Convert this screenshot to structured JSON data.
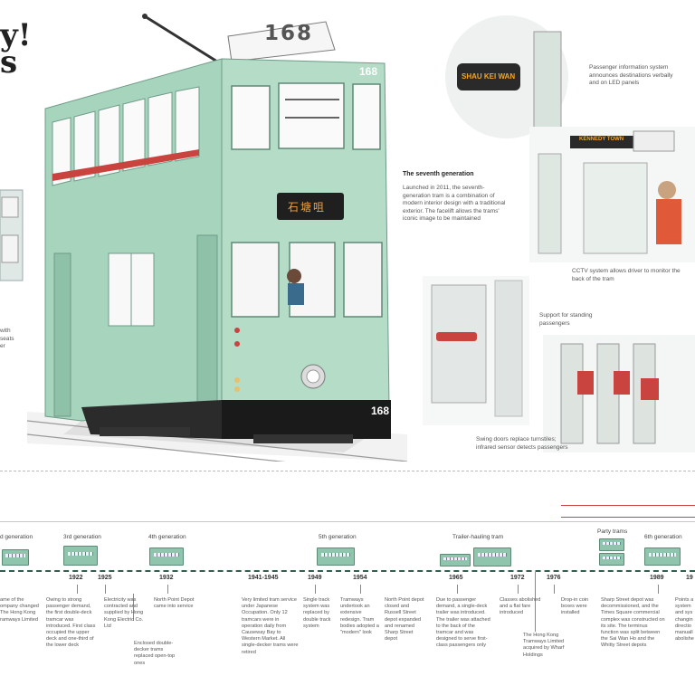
{
  "tram": {
    "number": "168",
    "roof_number": "168",
    "side_number": "168",
    "dest_sign": "石塘咀",
    "color_body": "#a6d4bd",
    "color_dark": "#1a1a1a"
  },
  "heading_partial": "y!\ns",
  "left_partial": [
    "with",
    "seats",
    "er"
  ],
  "seventh": {
    "title": "The seventh generation",
    "body": "Launched in 2011, the seventh-generation tram is a combination of modern interior design with a traditional exterior. The facelift allows the trams' iconic image to be maintained"
  },
  "detail_captions": {
    "led": "SHAU KEI WAN",
    "led_caption": "Passenger information system announces destinations verbally and on LED panels",
    "cabin_sign": "KENNEDY TOWN",
    "cctv": "CCTV system allows driver to monitor the back of the tram",
    "support": "Support for standing passengers",
    "doors": "Swing doors replace turnstiles; infrared sensor detects passengers"
  },
  "timeline": {
    "generations": [
      {
        "label": "d generation"
      },
      {
        "label": "3rd generation"
      },
      {
        "label": "4th generation"
      },
      {
        "label": "5th generation"
      },
      {
        "label": "Trailer-hauling tram"
      },
      {
        "label": "Party trams"
      },
      {
        "label": "6th generation"
      }
    ],
    "years": [
      "1922",
      "1925",
      "1932",
      "1941-1945",
      "1949",
      "1954",
      "1965",
      "1972",
      "1976",
      "1989",
      "19"
    ],
    "events": [
      {
        "text": "ame of the ompany changed The Hong Kong ramways Limited"
      },
      {
        "text": "Owing to strong passenger demand, the first double-deck tramcar was introduced. First class occupied the upper deck and one-third of the lower deck"
      },
      {
        "text": "Electricity was contracted and supplied by Hong Kong Electric Co. Ltd"
      },
      {
        "text": "Enclosed double-decker trams replaced open-top ones"
      },
      {
        "text": "North Point Depot came into service"
      },
      {
        "text": "Very limited tram service under Japanese Occupation. Only 12 tramcars were in operation daily from Causeway Bay to Western Market. All single-decker trams were retired"
      },
      {
        "text": "Single track system was replaced by double track system"
      },
      {
        "text": "Tramways undertook an extensive redesign. Tram bodies adopted a \"modern\" look"
      },
      {
        "text": "North Point depot closed and Russell Street depot expanded and renamed Sharp Street depot"
      },
      {
        "text": "Due to passenger demand, a single-deck trailer was introduced. The trailer was attached to the back of the tramcar and was designed to serve first-class passengers only"
      },
      {
        "text": "Classes abolished and a flat fare introduced"
      },
      {
        "text": "The Hong Kong Tramways Limited acquired by Wharf Holdings"
      },
      {
        "text": "Drop-in coin boxes were installed"
      },
      {
        "text": "Sharp Street depot was decommissioned, and the Times Square commercial complex was constructed on its site. The terminus function was split between the Sai Wan Ho and the Whitty Street depots"
      },
      {
        "text": "Points a system and sys changin directio manuall abolishe"
      }
    ]
  }
}
